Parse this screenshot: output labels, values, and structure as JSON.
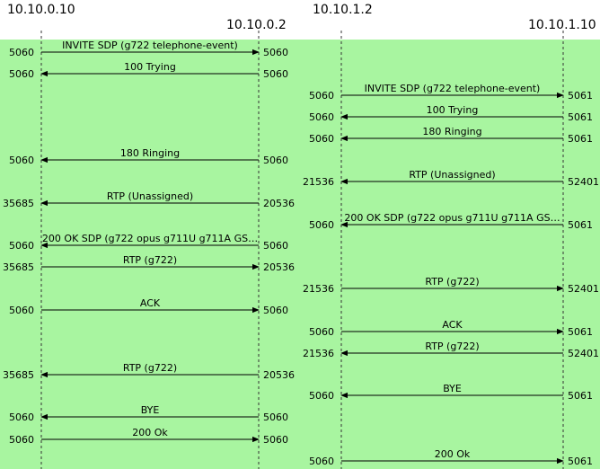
{
  "colors": {
    "flow_background": "#a8f5a0",
    "line": "#000000",
    "lifeline": "#333333"
  },
  "diagram": {
    "hosts": [
      {
        "address": "10.10.0.10"
      },
      {
        "address": "10.10.0.2"
      },
      {
        "address": "10.10.1.2"
      },
      {
        "address": "10.10.1.10"
      }
    ],
    "messages": [
      {
        "side": "left",
        "label": "INVITE SDP (g722 telephone-event)",
        "dir": "right",
        "src_port": "5060",
        "dst_port": "5060"
      },
      {
        "side": "left",
        "label": "100 Trying",
        "dir": "left",
        "src_port": "5060",
        "dst_port": "5060"
      },
      {
        "side": "right",
        "label": "INVITE SDP (g722 telephone-event)",
        "dir": "right",
        "src_port": "5060",
        "dst_port": "5061"
      },
      {
        "side": "right",
        "label": "100 Trying",
        "dir": "left",
        "src_port": "5060",
        "dst_port": "5061"
      },
      {
        "side": "right",
        "label": "180 Ringing",
        "dir": "left",
        "src_port": "5060",
        "dst_port": "5061"
      },
      {
        "side": "left",
        "label": "180 Ringing",
        "dir": "left",
        "src_port": "5060",
        "dst_port": "5060"
      },
      {
        "side": "right",
        "label": "RTP (Unassigned)",
        "dir": "left",
        "src_port": "21536",
        "dst_port": "52401"
      },
      {
        "side": "left",
        "label": "RTP (Unassigned)",
        "dir": "left",
        "src_port": "35685",
        "dst_port": "20536"
      },
      {
        "side": "right",
        "label": "200 OK SDP (g722 opus g711U g711A GS…",
        "dir": "left",
        "src_port": "5060",
        "dst_port": "5061"
      },
      {
        "side": "left",
        "label": "200 OK SDP (g722 opus g711U g711A GS…",
        "dir": "left",
        "src_port": "5060",
        "dst_port": "5060"
      },
      {
        "side": "left",
        "label": "RTP (g722)",
        "dir": "right",
        "src_port": "35685",
        "dst_port": "20536"
      },
      {
        "side": "right",
        "label": "RTP (g722)",
        "dir": "right",
        "src_port": "21536",
        "dst_port": "52401"
      },
      {
        "side": "left",
        "label": "ACK",
        "dir": "right",
        "src_port": "5060",
        "dst_port": "5060"
      },
      {
        "side": "right",
        "label": "ACK",
        "dir": "right",
        "src_port": "5060",
        "dst_port": "5061"
      },
      {
        "side": "right",
        "label": "RTP (g722)",
        "dir": "left",
        "src_port": "21536",
        "dst_port": "52401"
      },
      {
        "side": "left",
        "label": "RTP (g722)",
        "dir": "left",
        "src_port": "35685",
        "dst_port": "20536"
      },
      {
        "side": "right",
        "label": "BYE",
        "dir": "left",
        "src_port": "5060",
        "dst_port": "5061"
      },
      {
        "side": "left",
        "label": "BYE",
        "dir": "left",
        "src_port": "5060",
        "dst_port": "5060"
      },
      {
        "side": "left",
        "label": "200 Ok",
        "dir": "right",
        "src_port": "5060",
        "dst_port": "5060"
      },
      {
        "side": "right",
        "label": "200 Ok",
        "dir": "right",
        "src_port": "5060",
        "dst_port": "5061"
      }
    ]
  }
}
